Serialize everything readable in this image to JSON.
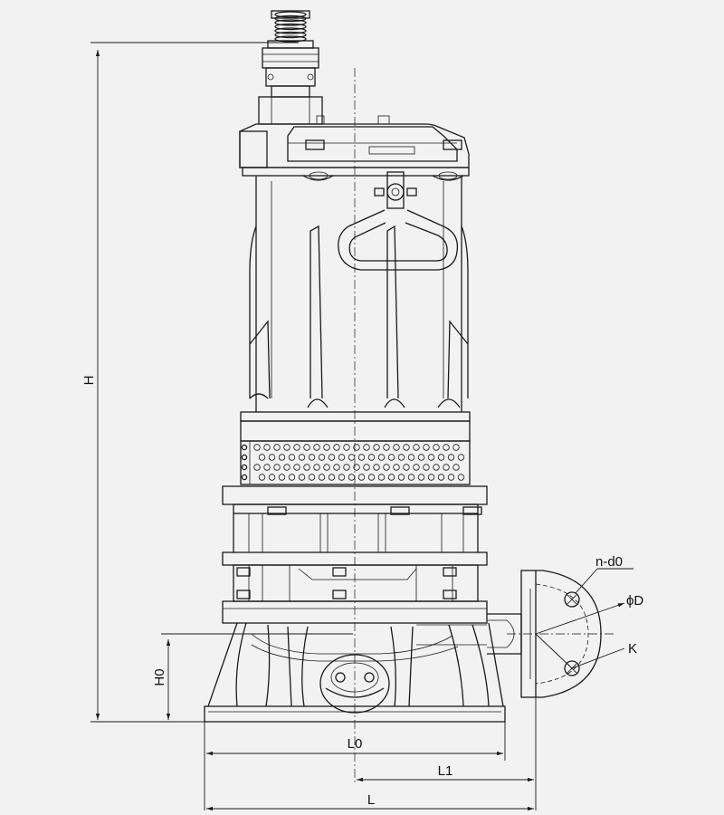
{
  "labels": {
    "H": "H",
    "H0": "H0",
    "L0": "L0",
    "L1": "L1",
    "L": "L",
    "n_d0": "n-d0",
    "phi_D": "ϕD",
    "K": "K"
  },
  "colors": {
    "background": "#f2f2f2",
    "line": "#1a1a1a"
  }
}
